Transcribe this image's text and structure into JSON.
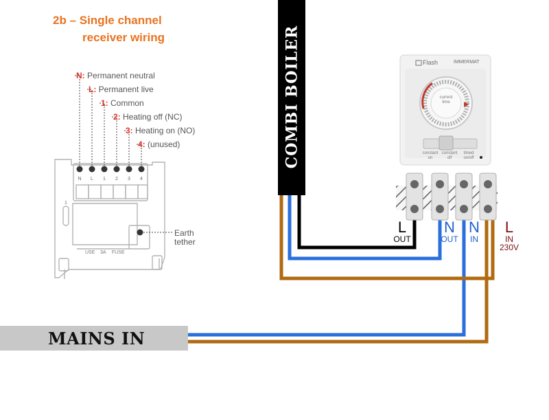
{
  "colors": {
    "accent": "#e8731f",
    "key_red": "#d9342b",
    "live_brown": "#b06a10",
    "neutral_blue": "#2a6fdb",
    "boiler_black": "#000000",
    "mains_bar_grey": "#c8c8c8",
    "l_out_red": "#7a1010",
    "label_blue": "#1f5fd0"
  },
  "heading": {
    "line1": "2b – Single channel",
    "line2": "receiver wiring"
  },
  "terminals": [
    {
      "key": "N:",
      "desc": "Permanent neutral"
    },
    {
      "key": "L:",
      "desc": "Permanent live"
    },
    {
      "key": "1:",
      "desc": "Common"
    },
    {
      "key": "2:",
      "desc": "Heating off (NC)"
    },
    {
      "key": "3:",
      "desc": "Heating on (NO)"
    },
    {
      "key": "4:",
      "desc": "(unused)"
    }
  ],
  "receiver": {
    "terminal_marks": [
      "N",
      "L",
      "1",
      "2",
      "3",
      "4"
    ],
    "side_mark": "1",
    "fuse_text": [
      "USE",
      "3A",
      "FUSE"
    ],
    "earth_label_line1": "Earth",
    "earth_label_line2": "tether"
  },
  "boiler": {
    "label": "COMBI BOILER"
  },
  "mains": {
    "label": "MAINS IN"
  },
  "timer": {
    "brand": "Flash",
    "model": "IMMERMAT",
    "dial_text_1": "current",
    "dial_text_2": "time",
    "switch_labels": [
      "constant\non",
      "constant\noff",
      "timed\non/off"
    ],
    "icons": [
      "flash-logo-icon",
      "timer-dial-icon",
      "slide-switch-icon"
    ]
  },
  "wire_labels": {
    "l_out": {
      "big": "L",
      "small": "OUT"
    },
    "n_out": {
      "big": "N",
      "small": "OUT"
    },
    "n_in": {
      "big": "N",
      "small": "IN"
    },
    "l_in": {
      "big": "L",
      "small": "IN",
      "volt": "230V"
    }
  }
}
